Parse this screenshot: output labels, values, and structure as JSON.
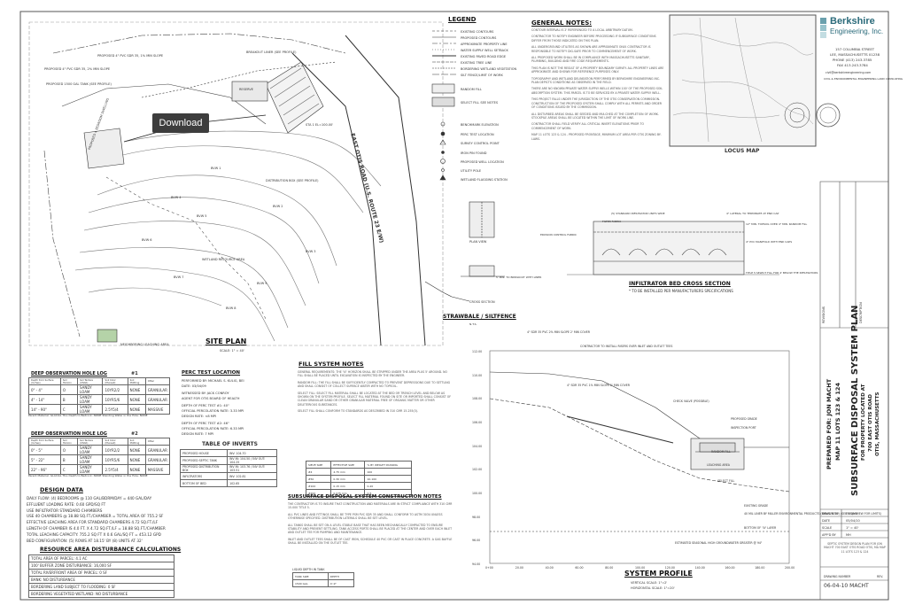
{
  "download_button": "Download",
  "site_plan": {
    "title": "SITE PLAN",
    "scale": "SCALE: 1\" = 40'",
    "road_label": "EAST OTIS ROAD (U.S. ROUTE 23 E/W)",
    "labels": {
      "wetland": "WETLAND RESOURCE AREA",
      "reserve": "RESERVE",
      "sta": "STA 1 EL=100.00'",
      "proposed_dwelling": "PROPOSED 4 BEDROOM DWELLING",
      "neighboring": "NEIGHBORING LEACHING AREA",
      "breakout": "BREAKOUT LINER (SEE PROFILE)",
      "distribution_box": "DISTRIBUTION BOX (SEE PROFILE)",
      "septic_tank": "PROPOSED 1500 GAL TANK (SEE PROFILE)",
      "pvc_1": "PROPOSED 4\" PVC SDR 35, 1% MIN SLOPE",
      "pvc_2": "PROPOSED 4\" PVC SDR 35, 2% MIN SLOPE",
      "bvw": [
        "BVW 1",
        "BVW 2",
        "BVW 3",
        "BVW 4",
        "BVW 5",
        "BVW 6",
        "BVW 7",
        "BVW 8",
        "BVW 9"
      ]
    }
  },
  "legend": {
    "title": "LEGEND",
    "items": [
      "EXISTING CONTOURS",
      "PROPOSED CONTOURS",
      "APPROXIMATE PROPERTY LINE",
      "WATER SUPPLY WELL SETBACK",
      "EXISTING PAVED ROAD EDGE",
      "EXISTING TREE LINE",
      "BORDERING WETLAND VEGETATION",
      "SILT FENCE/LIMIT OF WORK",
      "RANDOM FILL",
      "SELECT FILL SEE NOTES",
      "BENCHMARK ELEVATION",
      "PERC TEST LOCATION",
      "SURVEY CONTROL POINT",
      "IRON PIN FOUND",
      "PROPOSED WELL LOCATION",
      "UTILITY POLE",
      "WETLAND FLAGGING STATION"
    ]
  },
  "general_notes": {
    "title": "GENERAL NOTES:",
    "paragraphs": [
      "CONTOUR INTERVAL IS 2' REFERENCED TO A LOCAL ARBITRARY DATUM.",
      "CONTRACTOR TO NOTIFY ENGINEER BEFORE PROCEEDING IF SUBSURFACE CONDITIONS DIFFER FROM THOSE INDICATED ON THIS PLAN.",
      "ALL UNDERGROUND UTILITIES AS SHOWN ARE APPROXIMATE ONLY. CONTRACTOR IS RESPONSIBLE TO NOTIFY DIG-SAFE PRIOR TO COMMENCEMENT OF WORK.",
      "ALL PROPOSED WORK SHALL BE IN COMPLIANCE WITH MASSACHUSETTS SANITARY, PLUMBING, BUILDING AND FIRE CODE REQUIREMENTS.",
      "THIS PLAN IS NOT THE RESULT OF A PROPERTY BOUNDARY SURVEY. ALL PROPERTY LINES ARE APPROXIMATE AND SHOWN FOR REFERENCE PURPOSES ONLY.",
      "TOPOGRAPHY AND WETLAND DELINEATION PERFORMED BY BERKSHIRE ENGINEERING INC. PLAN DEPICTS CONDITIONS AS OBSERVED IN THE FIELD.",
      "THERE ARE NO KNOWN PRIVATE WATER SUPPLY WELLS WITHIN 100' OF THE PROPOSED SOIL ABSORPTION SYSTEM. THIS PARCEL IS TO BE SERVICED BY A PRIVATE WATER SUPPLY WELL.",
      "THIS PROJECT FALLS UNDER THE JURISDICTION OF THE OTIS CONSERVATION COMMISSION. CONSTRUCTION OF THE PROPOSED SYSTEM SHALL COMPLY WITH ALL PERMITS AND ORDER OF CONDITIONS ISSUED BY THE COMMISSION.",
      "ALL DISTURBED AREAS SHALL BE SEEDED AND MULCHED AT THE COMPLETION OF WORK. STOCKPILE AREAS SHALL BE LOCATED WITHIN THE LIMIT OF WORK LINE.",
      "CONTRACTOR SHALL FIELD VERIFY ALL CRITICAL INVERT ELEVATIONS PRIOR TO COMMENCEMENT OF WORK.",
      "MAP 11 LOTS 123 & 124 - PROPOSED FRONTAGE, MINIMUM LOT AREA PER OTIS ZONING BY-LAWS."
    ]
  },
  "firm": {
    "name_line1": "Berkshire",
    "name_line2": "Engineering, Inc.",
    "address": "157 COLUMBIA STREET",
    "city": "LEE, MASSACHUSETTS 01238",
    "phone": "PHONE (413) 243-3785",
    "fax": "FAX 413.243.3784",
    "email": "civil@berkshireengineering.com",
    "services": "CIVIL & ENVIRONMENTAL ENGINEERING LAND CONSULTING"
  },
  "locus_map": {
    "title": "LOCUS MAP"
  },
  "title_block": {
    "main_title": "SUBSURFACE DISPOSAL SYSTEM PLAN",
    "lots": "MAP 11 LOTS 123 & 124",
    "prepared_for": "PREPARED FOR: JON MACHT",
    "location_line1": "FOR PROPERTY LOCATED AT",
    "location_line2": "700 EAST OTIS ROAD",
    "location_line3": "OTIS, MASSACHUSETTS",
    "drawn_by_label": "DRAWN BY",
    "drawn_by": "EVS/MB",
    "date_label": "DATE",
    "date": "05/04/10",
    "scale_label": "SCALE",
    "scale": "1\" = 40'",
    "appd_label": "APP'D BY",
    "appd": "MH",
    "drawing_name": "SEPTIC SYSTEM DESIGN PLAN FOR JON MACHT 700 EAST OTIS ROAD OTIS, MA MAP 11 LOTS 123 & 124",
    "drawing_number_label": "DRAWING NUMBER",
    "rev_label": "REV.",
    "footer": "06-04-10 MACHT",
    "description_label": "DESCRIPTION",
    "revisions_label": "REVISIONS"
  },
  "deep_hole_1": {
    "title": "DEEP OBSERVATION HOLE LOG",
    "number": "#1",
    "headers": [
      "Depth from Surface (Inches)",
      "Soil Horizon",
      "Soil Texture (USDA)",
      "Soil Color (Munsell)",
      "Soil Mottling",
      "Other"
    ],
    "rows": [
      [
        "0\" - 4\"",
        "O",
        "SANDY LOAM",
        "10YR2/2",
        "NONE",
        "GRANULAR"
      ],
      [
        "4\" - 14\"",
        "B",
        "SANDY LOAM",
        "10YR5/6",
        "NONE",
        "GRANULAR"
      ],
      [
        "14\" - 90\"",
        "C",
        "SANDY LOAM",
        "2.5Y5/4",
        "NONE",
        "MASSIVE"
      ]
    ],
    "note": "Parent Material: GLACIAL TILL  Depth to Bedrock: NONE  Standing Water in the Hole: NONE"
  },
  "deep_hole_2": {
    "title": "DEEP OBSERVATION HOLE LOG",
    "number": "#2",
    "headers": [
      "Depth from Surface (Inches)",
      "Soil Horizon",
      "Soil Texture (USDA)",
      "Soil Color (Munsell)",
      "Soil Mottling",
      "Other"
    ],
    "rows": [
      [
        "0\" - 5\"",
        "O",
        "SANDY LOAM",
        "10YR2/2",
        "NONE",
        "GRANULAR"
      ],
      [
        "5\" - 22\"",
        "B",
        "SANDY LOAM",
        "10YR5/6",
        "NONE",
        "GRANULAR"
      ],
      [
        "22\" - 96\"",
        "C",
        "SANDY LOAM",
        "2.5Y5/4",
        "NONE",
        "MASSIVE"
      ]
    ],
    "note": "Parent Material: GLACIAL TILL  Depth to Bedrock: NONE  Standing Water in the Hole: NONE"
  },
  "perc_test": {
    "title": "PERC TEST LOCATION",
    "lines": [
      "PERFORMED BY: MICHAEL S. KULIG, BEI",
      "DATE: 03/04/09",
      "WITNESSED BY: JACK CONROY",
      "AGENT FOR OTIS BOARD OF HEALTH",
      "DEPTH OF PERC TEST #1: 40\"",
      "OFFICIAL PERCOLATION RATE: 3.33 MPI",
      "DESIGN RATE: <8 MPI",
      "DEPTH OF PERC TEST #2: 46\"",
      "OFFICIAL PERCOLATION RATE: 6.33 MPI",
      "DESIGN RATE: 7 MPI"
    ]
  },
  "inverts": {
    "title": "TABLE OF INVERTS",
    "rows": [
      [
        "PROPOSED HOUSE",
        "INV: 104.70"
      ],
      [
        "PROPOSED SEPTIC TANK",
        "INV IN: 104.50 / INV OUT: 104.25"
      ],
      [
        "PROPOSED DISTRIBUTION BOX",
        "INV IN: 103.76 / INV OUT: 103.51"
      ],
      [
        "INFILTRATORS",
        "INV: 102.81"
      ],
      [
        "BOTTOM OF BED",
        "102.65"
      ]
    ]
  },
  "design_data": {
    "title": "DESIGN DATA",
    "lines": [
      "DAILY FLOW: (4) BEDROOMS @ 110 GAL/BDRM/DAY = 440 GAL/DAY",
      "EFFLUENT LOADING RATE: 0.60 GPD/SQ FT",
      "USE INFILTRATOR STANDARD CHAMBERS",
      "USE 40 CHAMBERS @ 18.88 SQ.FT./CHAMBER = TOTAL AREA OF 755.2 SF",
      "EFFECTIVE LEACHING AREA FOR STANDARD CHAMBERS 4.72 SQ.FT./LF",
      "LENGTH OF CHAMBER IS 4.0 FT. X 4.72 SQ.FT./LF = 18.88 SQ.FT./CHAMBER",
      "TOTAL LEACHING CAPACITY: 755.2 SQ FT X 0.6 GAL/SQ FT = 453.12 GPD",
      "BED CONFIGURATION: (5) ROWS AT 18.15' BY (8) UNITS AT 32'"
    ]
  },
  "resource_area": {
    "title": "RESOURCE AREA DISTURBANCE CALCULATIONS",
    "rows": [
      "TOTAL AREA OF PARCEL: 4.1 AC",
      "100' BUFFER ZONE DISTURBANCE: 16,000 SF",
      "TOTAL RIVERFRONT AREA OF PARCEL: 0 SF",
      "BANK: NO DISTURBANCE",
      "BORDERING LAND SUBJECT TO FLOODING: 0 SF",
      "BORDERING VEGETATED WETLAND: NO DISTURBANCE"
    ]
  },
  "fill_notes": {
    "title": "FILL SYSTEM NOTES",
    "paragraphs": [
      "GENERAL REQUIREMENTS: THE \"A\" HORIZON SHALL BE STRIPPED UNDER THE AREA PLUS 5' AROUND. NO FILL SHALL BE PLACED UNTIL EXCAVATION IS INSPECTED BY THE ENGINEER.",
      "RANDOM FILL: THE FILL SHALL BE SUFFICIENTLY COMPACTED TO PREVENT DEPRESSIONS DUE TO SETTLING AND SHALL CONSIST OF COLLECT SURFACE WATER WITH NO TOPSOIL.",
      "SELECT FILL: SELECT FILL MATERIAL SHALL BE LOCATED AT THE BED OR TRENCH LEVEL AND BELOW AS SHOWN ON THE SYSTEM PROFILE. SELECT FILL MATERIAL FOUND ON SITE OR IMPORTED SHALL CONSIST OF CLEAN GRANULAR SAND OR OTHER GRANULAR MATERIAL FREE OF ORGANIC MATTER OR OTHER DELETERIOUS SUBSTANCES.",
      "SELECT FILL SHALL CONFORM TO STANDARDS AS DESCRIBED IN 310 CMR 15.255(3)."
    ],
    "sieve_table": [
      [
        "SIEVE SIZE",
        "EFFECTIVE SIZE",
        "% BY WEIGHT PASSING"
      ],
      [
        "#4",
        "4.75 mm",
        "100"
      ],
      [
        "#50",
        "0.30 mm",
        "10-100"
      ],
      [
        "#100",
        "0.15 mm",
        "0-20"
      ],
      [
        "#200",
        "0.075 mm",
        "0-5"
      ]
    ]
  },
  "construction_notes": {
    "title": "SUBSURFACE DISPOSAL SYSTEM CONSTRUCTION NOTES",
    "paragraphs": [
      "THE CONTRACTOR IS TO INSURE THAT CONSTRUCTION AND MATERIALS ARE IN STRICT COMPLIANCE WITH 310 CMR 15.000 TITLE 5.",
      "ALL PVC LINES AND FITTINGS SHALL BE TYPE PSM PVC SDR 35 AND SHALL CONFORM TO ASTM 3034 UNLESS OTHERWISE SPECIFIED. DISTRIBUTION LATERALS SHALL BE SET LEVEL.",
      "ALL TANKS SHALL BE SET ON A LEVEL STABLE BASE THAT HAS BEEN MECHANICALLY COMPACTED TO ENSURE STABILITY AND PREVENT SETTLING. TANK ACCESS PORTS SHALL BE PLACED AT THE CENTER AND OVER EACH INLET AND OUTLET TEE FOR PUMPING AND MAINTENANCE.",
      "INLET AND OUTLET TEES SHALL BE OF CAST IRON, SCHEDULE 40 PVC OR CAST IN PLACE CONCRETE. A GAS BAFFLE SHALL BE INSTALLED ON THE OUTLET TEE."
    ],
    "table_title": "LIQUID DEPTH IN TANK",
    "table": [
      [
        "TANK SIZE",
        "DEPTH"
      ],
      [
        "1500 GAL",
        "4'-9\""
      ]
    ]
  },
  "cross_sections": {
    "strawbale_title": "STRAWBALE / SILTFENCE",
    "strawbale_scale": "N.T.S.",
    "plan_view": "PLAN VIEW",
    "cross_section": "CROSS SECTION",
    "bed_title": "INFILTRATOR BED CROSS SECTION",
    "bed_note": "* TO BE INSTALLED PER MANUFACTURERS SPECIFICATIONS",
    "bed_labels": [
      "(5) STANDARD INFILTRATOR UNITS WIDE",
      "4\" LATERAL TO TERMINATE AT END CAP",
      "FILTER FABRIC",
      "EROSION CONTROL FABRIC",
      "TITLE 5 SELECT FILL FOR 4' BELOW THE INFILTRATORS",
      "12\" MIN. TOPSOIL OVER 4\" MIN. RANDOM FILL",
      "4\" PVC MANIFOLD WITH END CAPS",
      "5' MIN. TO BREAKOUT WITH LINER"
    ]
  },
  "system_profile": {
    "title": "SYSTEM PROFILE",
    "vertical_scale": "VERTICAL SCALE: 1\"=2'",
    "horizontal_scale": "HORIZONTAL SCALE: 1\"=20'",
    "y_ticks": [
      "112.00",
      "110.00",
      "108.00",
      "106.00",
      "104.00",
      "102.00",
      "100.00",
      "98.00",
      "96.00",
      "94.00"
    ],
    "x_ticks": [
      "0+00",
      "20.00",
      "40.00",
      "60.00",
      "80.00",
      "100.00",
      "120.00",
      "140.00",
      "160.00",
      "180.00",
      "200.00"
    ],
    "labels": {
      "pipe1": "4\" SDR 35 PVC 2% MIN SLOPE 2' MIN COVER",
      "pipe2": "4\" SDR 35 PVC 1% MIN SLOPE 2' MIN COVER",
      "risers": "CONTRACTOR TO INSTALL RISERS OVER INLET AND OUTLET TEES",
      "proposed_grade": "PROPOSED GRADE",
      "inspection_port": "INSPECTION PORT",
      "random_fill": "RANDOM FILL",
      "leaching_area": "LEACHING AREA",
      "select_fill": "SELECT FILL",
      "existing_grade": "EXISTING GRADE",
      "liner": "40 MIL LINER BY MILLER ENVIRONMENTAL PRODUCTS (MBWT-3710) (SEE PLAN VIEW FOR LIMITS)",
      "bottom_a": "BOTTOM OF \"A\" LAYER",
      "groundwater": "ESTIMATED SEASONAL HIGH GROUNDWATER GREATER @ 94\"",
      "check_valve": "CHECK VALVE (POSSIBLE)"
    }
  }
}
